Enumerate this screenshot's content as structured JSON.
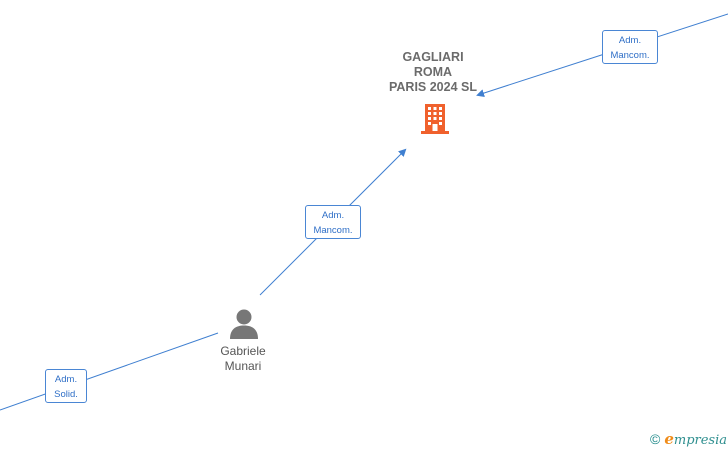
{
  "company": {
    "name_lines": [
      "GAGLIARI",
      "ROMA",
      "PARIS 2024  SL"
    ],
    "icon": "building-icon",
    "color": "#f0612d"
  },
  "person": {
    "name_lines": [
      "Gabriele",
      "Munari"
    ],
    "icon": "person-icon",
    "color": "#777777"
  },
  "relations": [
    {
      "label_lines": [
        "Adm.",
        "Mancom."
      ]
    },
    {
      "label_lines": [
        "Adm.",
        "Mancom."
      ]
    },
    {
      "label_lines": [
        "Adm.",
        "Solid."
      ]
    }
  ],
  "footer": {
    "copyright_symbol": "©",
    "brand_first_letter": "e",
    "brand_rest": "mpresia"
  },
  "colors": {
    "edge": "#3f7fd0",
    "label_text": "#2f6fc7"
  }
}
